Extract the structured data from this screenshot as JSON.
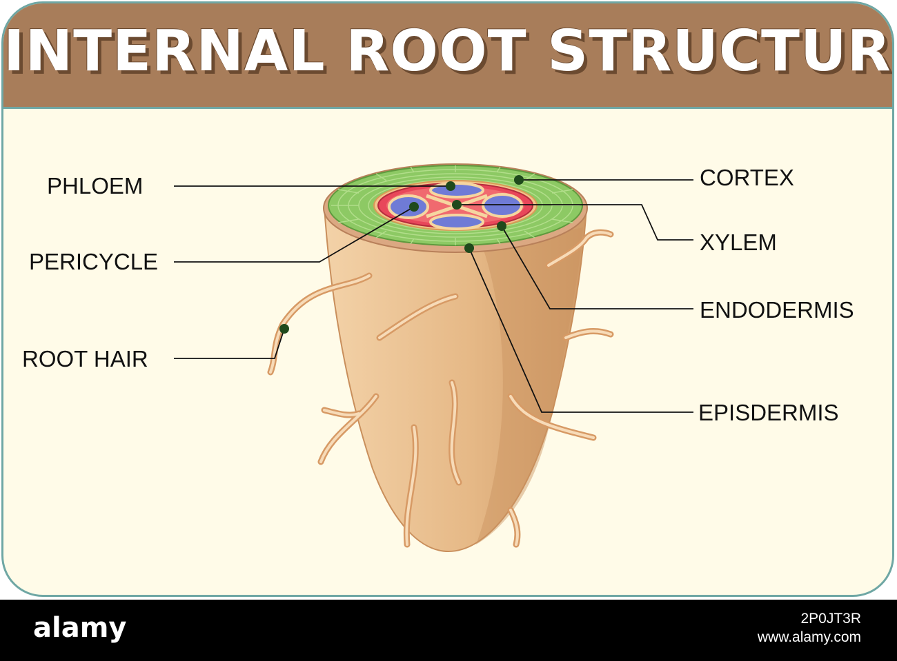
{
  "title": "INTERNAL ROOT STRUCTURE",
  "labels": {
    "phloem": "PHLOEM",
    "pericycle": "PERICYCLE",
    "root_hair": "ROOT HAIR",
    "cortex": "CORTEX",
    "xylem": "XYLEM",
    "endodermis": "ENDODERMIS",
    "episdermis": "EPISDERMIS"
  },
  "footer": {
    "logo": "alamy",
    "image_id": "2P0JT3R",
    "site": "www.alamy.com"
  },
  "colors": {
    "header": "#a87d5a",
    "panel": "#fffbe8",
    "border": "#6fa7a4",
    "root": "#e6b987",
    "cortex": "#8dc964",
    "stele": "#e8475a",
    "xylem_blue": "#6f7bd6",
    "marker": "#1f4a1c"
  }
}
